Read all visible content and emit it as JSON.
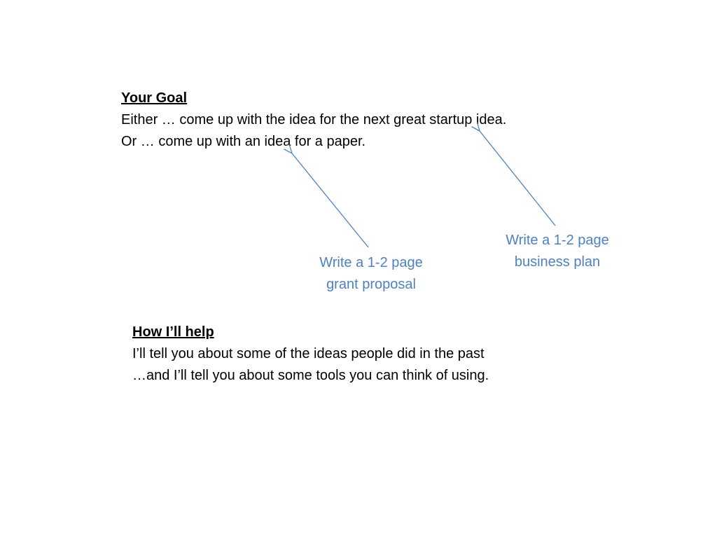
{
  "goal": {
    "heading": "Your Goal",
    "line1": "Either … come up with the idea for the next great startup idea.",
    "line2": "Or … come up with an idea for a paper."
  },
  "annotations": {
    "grant": {
      "line1": "Write a 1-2 page",
      "line2": "grant proposal"
    },
    "business": {
      "line1": "Write a 1-2 page",
      "line2": "business plan"
    }
  },
  "help": {
    "heading": "How I’ll help",
    "line1": "I’ll tell you about some of the ideas people did in the past",
    "line2": "…and I’ll tell you about some tools you can think of using."
  },
  "colors": {
    "annotation_text": "#4f81bd",
    "arrow": "#4f81bd",
    "body_text": "#000000"
  }
}
